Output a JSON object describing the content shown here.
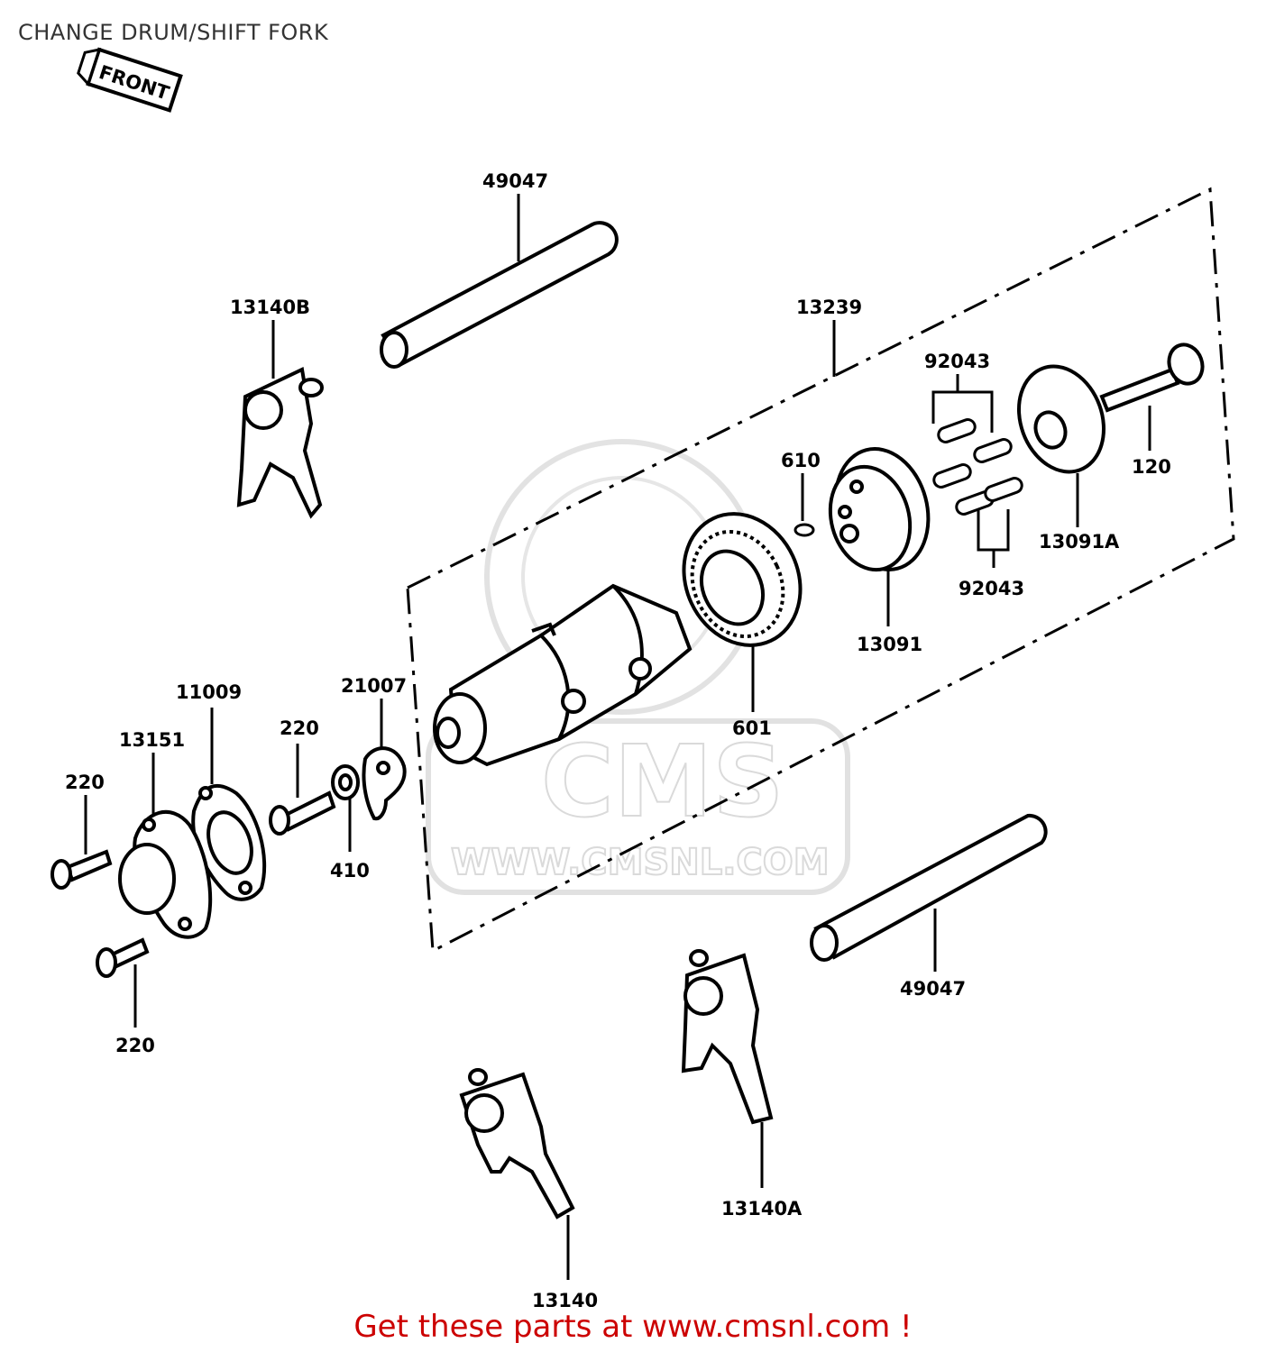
{
  "title": "CHANGE DRUM/SHIFT FORK",
  "front_tag": "FRONT",
  "footer": "Get these parts at www.cmsnl.com !",
  "watermark": {
    "brand": "CMS",
    "url": "WWW.CMSNL.COM"
  },
  "parts": {
    "p49047_top": "49047",
    "p13140B": "13140B",
    "p13239": "13239",
    "p92043_top": "92043",
    "p610": "610",
    "p120": "120",
    "p13091A": "13091A",
    "p92043_bottom": "92043",
    "p13091": "13091",
    "p601": "601",
    "p21007": "21007",
    "p11009": "11009",
    "p220_a": "220",
    "p13151": "13151",
    "p220_b": "220",
    "p410": "410",
    "p220_c": "220",
    "p49047_bottom": "49047",
    "p13140A": "13140A",
    "p13140": "13140"
  }
}
